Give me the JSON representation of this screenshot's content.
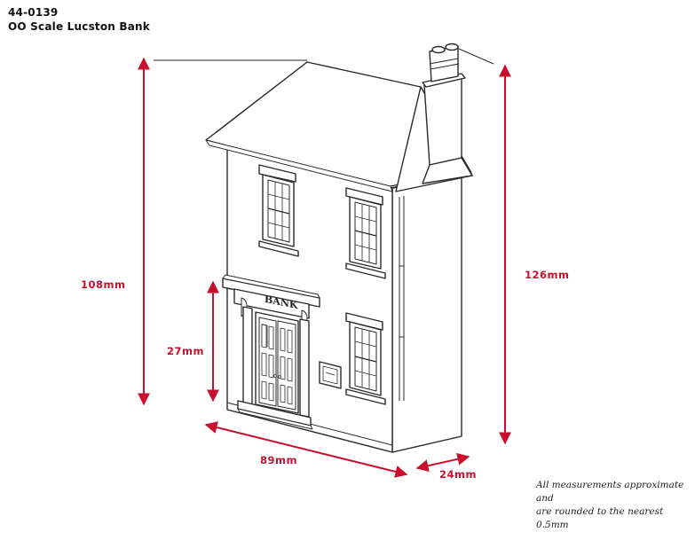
{
  "header": {
    "code": "44-0139",
    "title": "OO Scale Lucston Bank"
  },
  "dimensions": {
    "height_total": "108mm",
    "height_chimney": "126mm",
    "door_height": "27mm",
    "width": "89mm",
    "depth": "24mm"
  },
  "building": {
    "sign_text": "BANK"
  },
  "footnote": {
    "line1": "All measurements approximate and",
    "line2": "are rounded to the nearest 0.5mm"
  },
  "colors": {
    "dimension": "#c8102e",
    "line": "#2a2a2a",
    "fill": "#ffffff"
  }
}
